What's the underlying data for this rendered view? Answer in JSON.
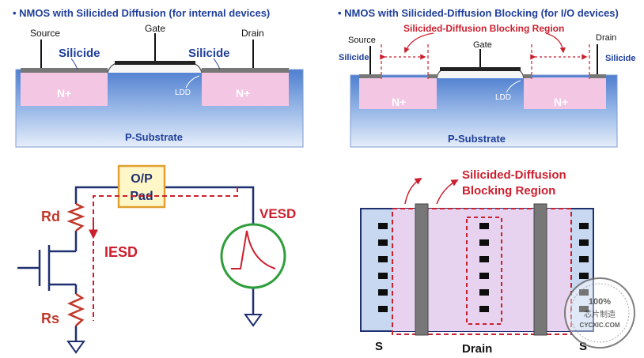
{
  "panels": {
    "silicided": {
      "title": "NMOS with Silicided Diffusion (for internal devices)",
      "source": "Source",
      "gate": "Gate",
      "drain": "Drain",
      "silicide": "Silicide",
      "ldd": "LDD",
      "n_plus": "N+",
      "substrate": "P-Substrate"
    },
    "blocking": {
      "title": "NMOS with Silicided-Diffusion Blocking (for I/O devices)",
      "source": "Source",
      "gate": "Gate",
      "drain": "Drain",
      "silicide": "Silicide",
      "region": "Silicided-Diffusion Blocking Region",
      "ldd": "LDD",
      "n_plus": "N+",
      "substrate": "P-Substrate"
    },
    "circuit": {
      "pad_line1": "O/P",
      "pad_line2": "Pad",
      "rd": "Rd",
      "rs": "Rs",
      "iesd": "IESD",
      "vesd": "VESD"
    },
    "layout": {
      "region_line1": "Silicided-Diffusion",
      "region_line2": "Blocking Region",
      "s_left": "S",
      "drain": "Drain",
      "s_right": "S"
    },
    "watermark": {
      "percent": "100%",
      "chinese": "芯片制造",
      "site": "CYCXIC.COM"
    }
  },
  "colors": {
    "label_blue": "#1f3f9a",
    "red": "#cc1f2e",
    "pink": "#f3c6e4",
    "substrate_top": "#5b8ad6",
    "substrate_bottom": "#dbe6f7",
    "wire_blue": "#1f3070",
    "pad_fill": "#fff7c8",
    "pad_stroke": "#e0a030",
    "scope_green": "#2e9e3a",
    "gate_gray": "#777777"
  }
}
